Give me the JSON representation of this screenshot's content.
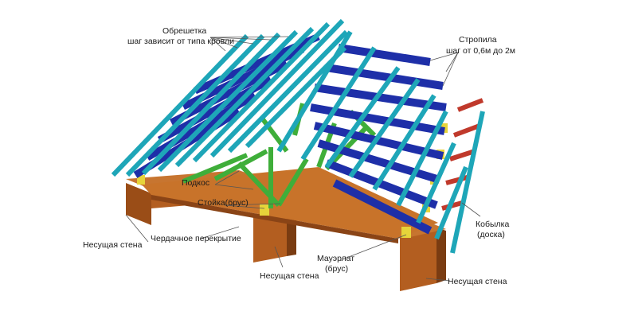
{
  "labels": {
    "obreshetka": "Обрешетка",
    "obreshetka_note": "шаг зависит от типа кровли",
    "stropila": "Стропила",
    "stropila_note": "шаг от 0,6м до 2м",
    "podkos": "Подкос",
    "stoyka": "Стойка(брус)",
    "cherdachnoe": "Чердачное перекрытие",
    "wall_left": "Несущая стена",
    "wall_center": "Несущая стена",
    "wall_right": "Несущая стена",
    "mauerlat": "Мауэрлат",
    "mauerlat_note": "(брус)",
    "kobylka": "Кобылка",
    "kobylka_note": "(доска)"
  },
  "colors": {
    "wall": "#b5601f",
    "wall_dark": "#7a3c12",
    "floor": "#c8732a",
    "rafter": "#1e2fa8",
    "rafter_dark": "#131f78",
    "batten": "#1ea6b8",
    "batten_dark": "#117a88",
    "truss": "#3fae3a",
    "mauerlat": "#e6d43a",
    "kobylka": "#c0392b"
  }
}
